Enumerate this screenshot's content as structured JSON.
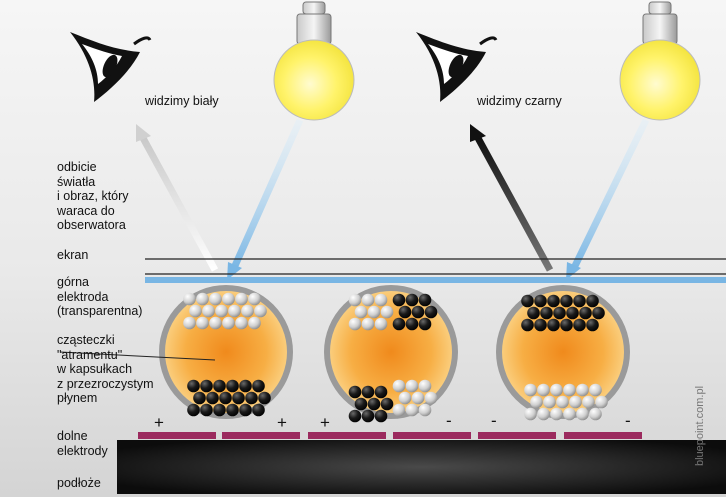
{
  "labels": {
    "see_white": "widzimy biały",
    "see_black": "widzimy czarny",
    "reflection": [
      "odbicie",
      "światła",
      "i obraz, który",
      "waraca do",
      "obserwatora"
    ],
    "screen": "ekran",
    "top_electrode": [
      "górna",
      "elektroda",
      "(transparentna)"
    ],
    "particles": [
      "cząsteczki",
      "\"atramentu\"",
      "w kapsułkach",
      "z przezroczystym",
      "płynem"
    ],
    "bottom_electrodes": [
      "dolne",
      "elektrody"
    ],
    "substrate": "podłoże"
  },
  "charges": [
    "+",
    "+",
    "+",
    "-",
    "-",
    "-"
  ],
  "credit": "bluepoint.com.pl",
  "colors": {
    "background_top": "#f3f3f3",
    "background_bottom": "#d9d9d9",
    "top_electrode": "#79b6e4",
    "bottom_electrode": "#9b2a5e",
    "substrate": "#1a1a1a",
    "capsule_fill": "#f7a83a",
    "capsule_rim": "#8f8f8f",
    "bulb_glow": "#fff36a",
    "ray_light": "#9fd0f2",
    "ray_white": "#e6e6e6",
    "ray_black": "#2a2a2a"
  },
  "icons": [
    "eye-icon",
    "light-bulb-icon",
    "eye-icon",
    "light-bulb-icon"
  ]
}
